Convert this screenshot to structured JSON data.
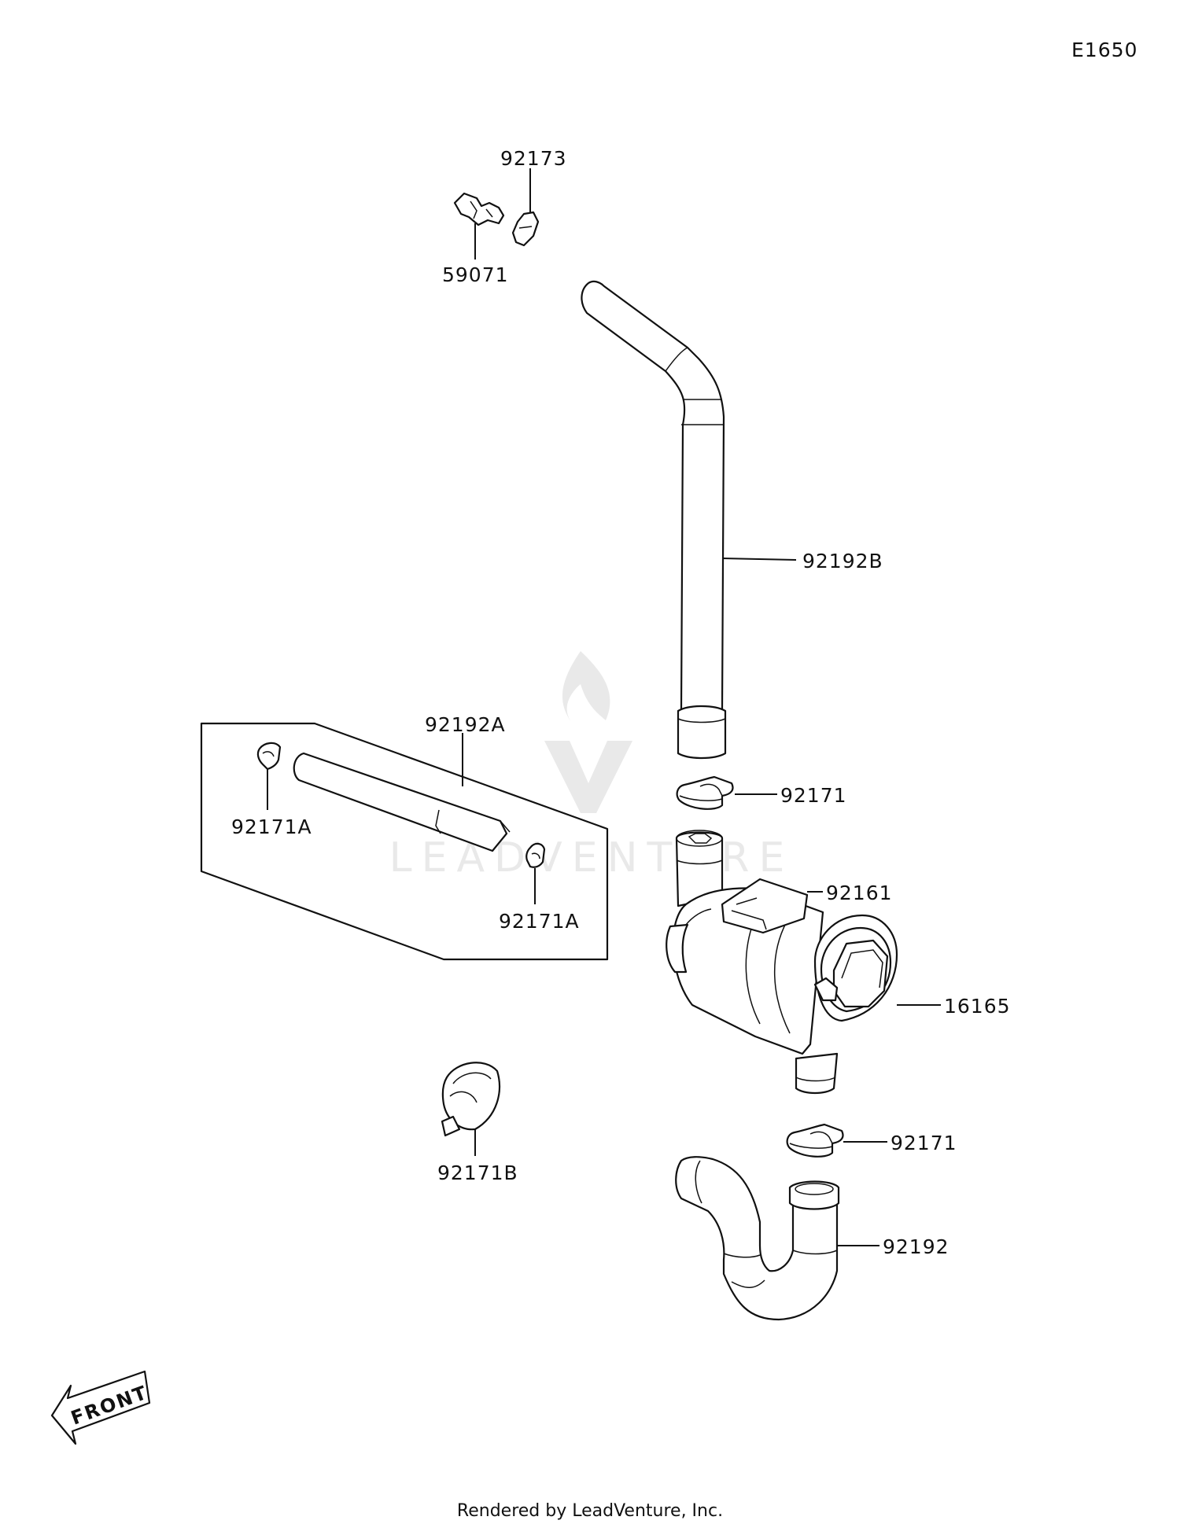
{
  "diagram_code": "E1650",
  "watermark_text": "LEADVENTURE",
  "footer": "Rendered by LeadVenture, Inc.",
  "front_label": "FRONT",
  "labels": {
    "p92173": "92173",
    "p59071": "59071",
    "p92192B": "92192B",
    "p92192A": "92192A",
    "p92171A_left": "92171A",
    "p92171A_right": "92171A",
    "p92171_upper": "92171",
    "p92161": "92161",
    "p16165": "16165",
    "p92171B": "92171B",
    "p92171_lower": "92171",
    "p92192": "92192"
  }
}
